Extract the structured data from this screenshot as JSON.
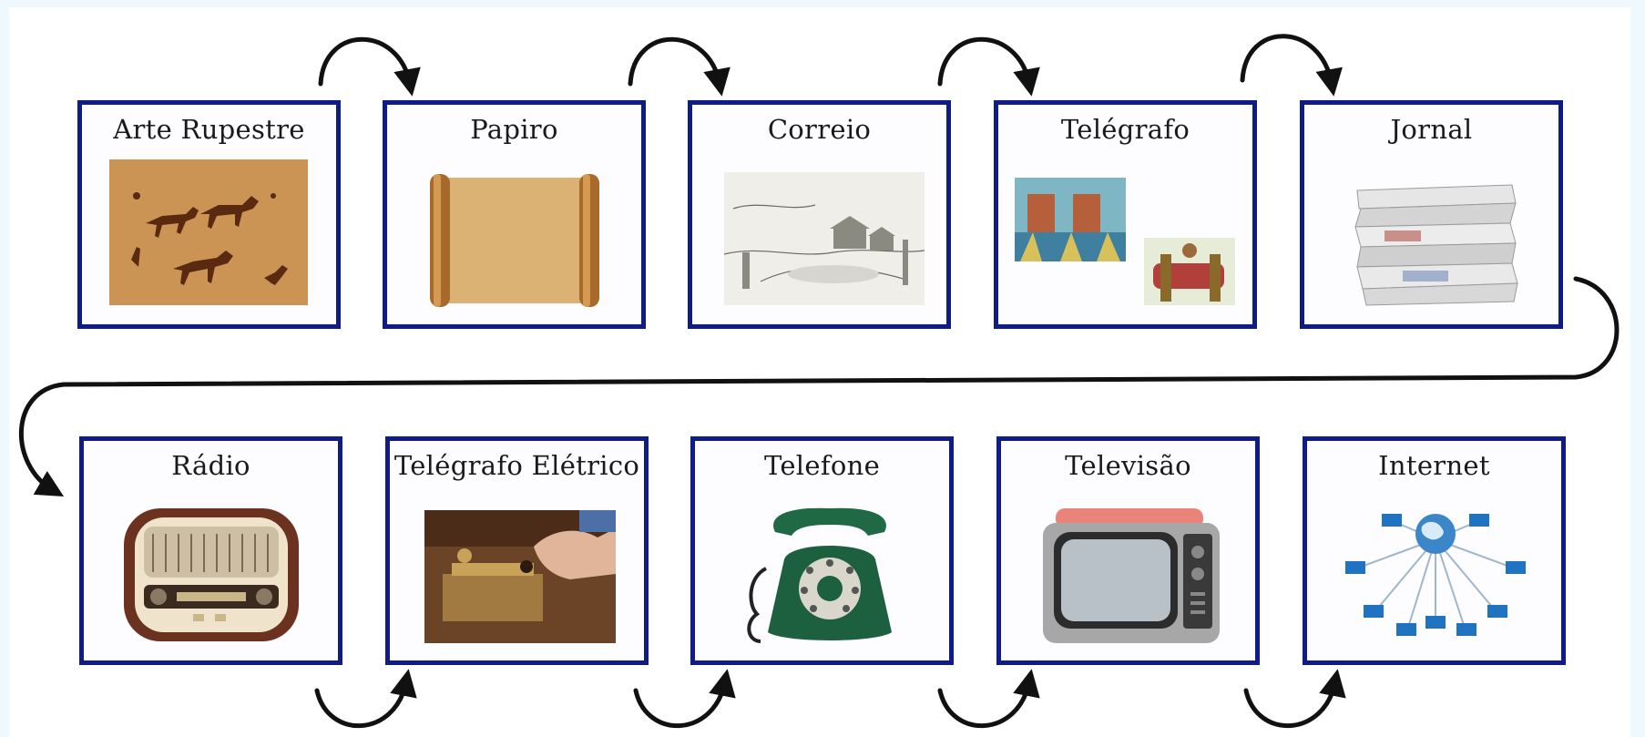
{
  "diagram": {
    "stages": [
      {
        "label": "Arte  Rupestre",
        "icon": "cave-painting-icon"
      },
      {
        "label": "Papiro",
        "icon": "papyrus-scroll-icon"
      },
      {
        "label": "Correio",
        "icon": "post-village-sketch-icon"
      },
      {
        "label": "Telégrafo",
        "icon": "optical-telegraph-icon"
      },
      {
        "label": "Jornal",
        "icon": "newspaper-stack-icon"
      },
      {
        "label": "Rádio",
        "icon": "vintage-radio-icon"
      },
      {
        "label": "Telégrafo  Elétrico",
        "icon": "telegraph-key-icon"
      },
      {
        "label": "Telefone",
        "icon": "rotary-phone-icon"
      },
      {
        "label": "Televisão",
        "icon": "old-television-icon"
      },
      {
        "label": "Internet",
        "icon": "network-globe-icon"
      }
    ],
    "colors": {
      "card_border": "#101c86",
      "arrow": "#111111",
      "background": "#eef8fd"
    }
  }
}
